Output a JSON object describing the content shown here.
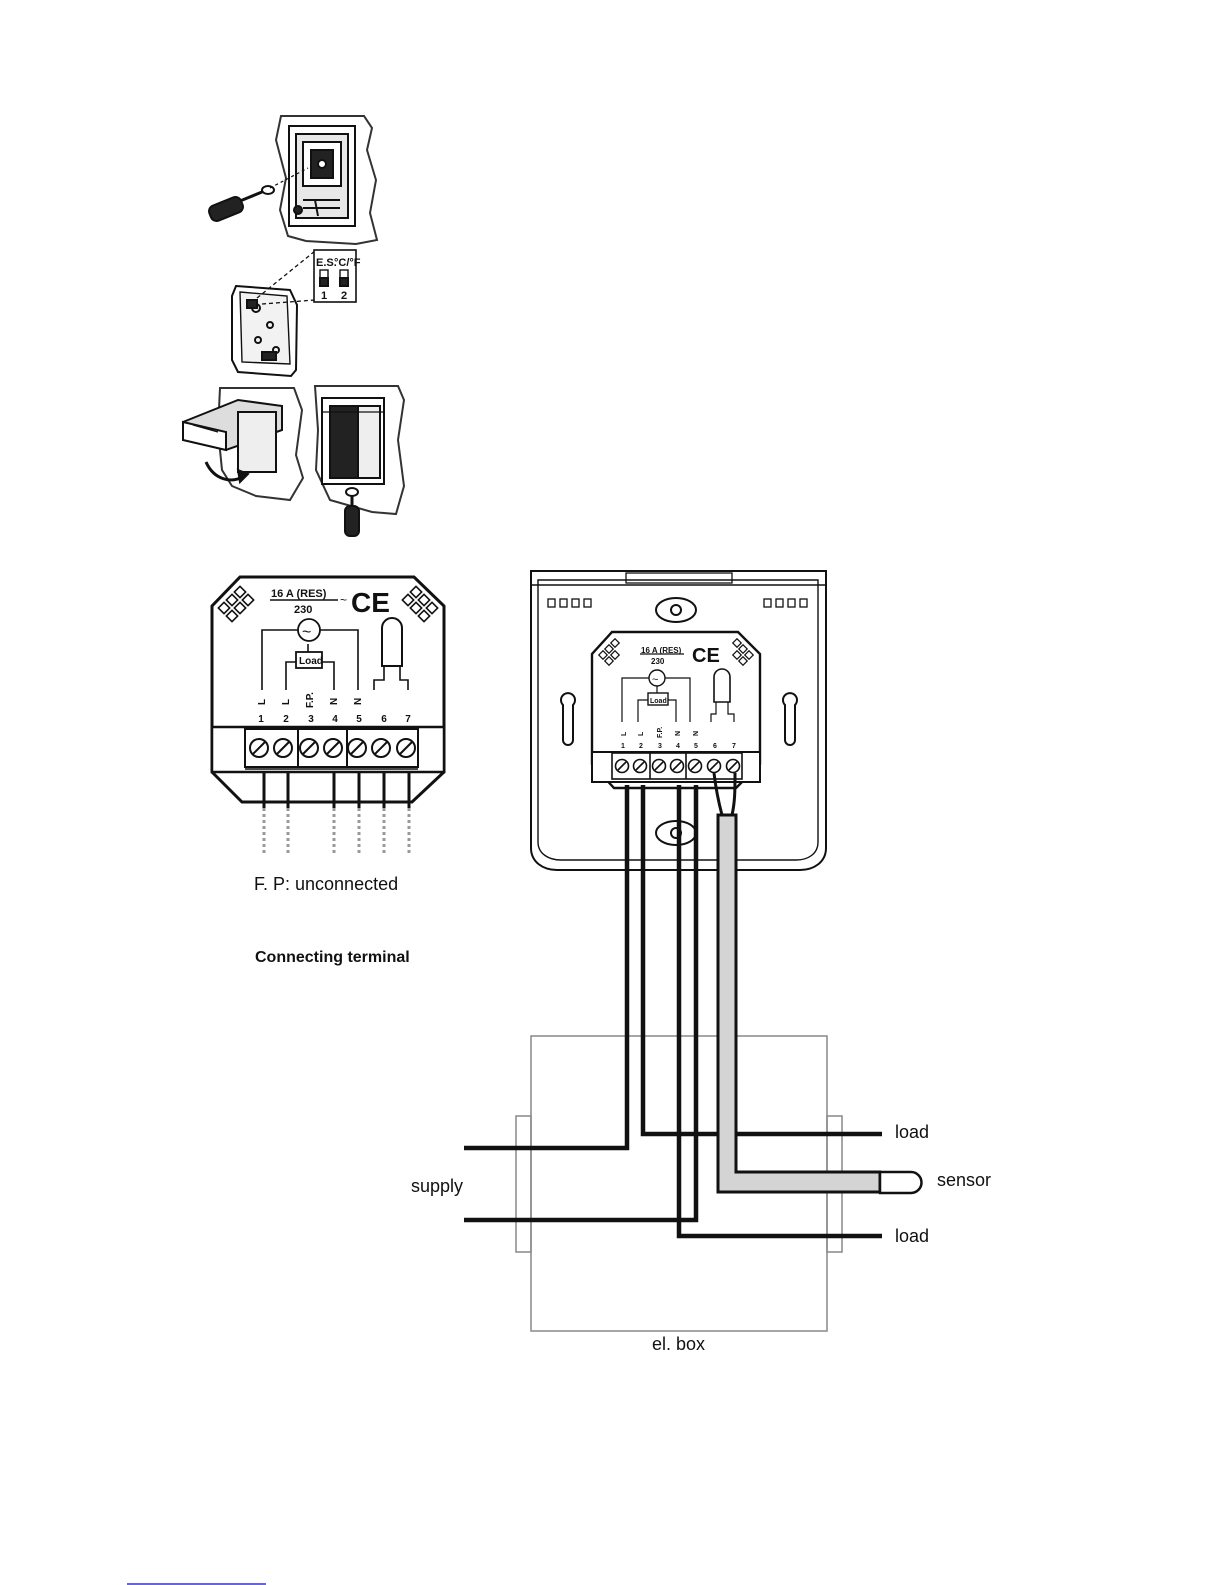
{
  "install_steps": {
    "dip_switch": {
      "labels": [
        "E.S.",
        "°C/°F"
      ],
      "numbers": [
        "1",
        "2"
      ]
    }
  },
  "terminal_block": {
    "rating": "16 A (RES)",
    "voltage": "230",
    "ac_symbol": "~",
    "ce_mark": "CE",
    "load_box": "Load",
    "terminal_functions": [
      "L",
      "L",
      "F.P.",
      "N",
      "N",
      "",
      ""
    ],
    "terminal_numbers": [
      "1",
      "2",
      "3",
      "4",
      "5",
      "6",
      "7"
    ],
    "note": "F. P: unconnected",
    "caption": "Connecting terminal"
  },
  "wiring": {
    "inner_rating": "16 A (RES)",
    "inner_voltage": "230",
    "inner_load_box": "Load",
    "labels": {
      "load_top": "load",
      "sensor": "sensor",
      "supply": "supply",
      "load_bottom": "load",
      "box": "el. box"
    }
  },
  "colors": {
    "line": "#111111",
    "sensor_cable": "#d4d4d4",
    "box": "#888888",
    "footnote_rule": "#3333cc"
  }
}
